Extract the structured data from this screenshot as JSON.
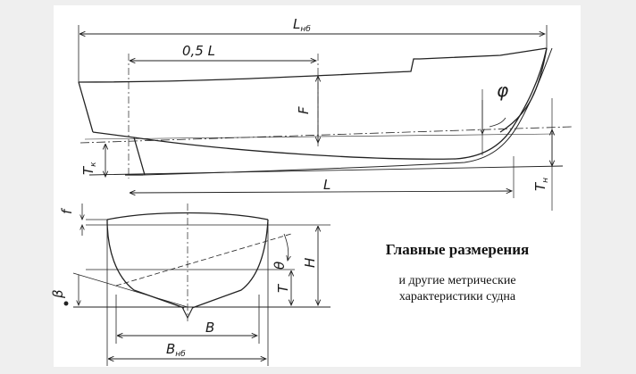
{
  "diagram": {
    "labels": {
      "length_overall": "L",
      "length_overall_sub": "нб",
      "half_length": "0,5 L",
      "freeboard": "F",
      "angle": "φ",
      "draft_stern": "T",
      "draft_stern_sub": "к",
      "length": "L",
      "draft_bow": "T",
      "draft_bow_sub": "н",
      "camber": "f",
      "deadrise": "β",
      "theta": "θ",
      "depth": "H",
      "draft": "T",
      "beam": "B",
      "beam_overall": "B",
      "beam_overall_sub": "нб"
    }
  },
  "caption": {
    "title": "Главные размерения",
    "subtitle_line1": "и другие метрические",
    "subtitle_line2": "характеристики судна"
  }
}
